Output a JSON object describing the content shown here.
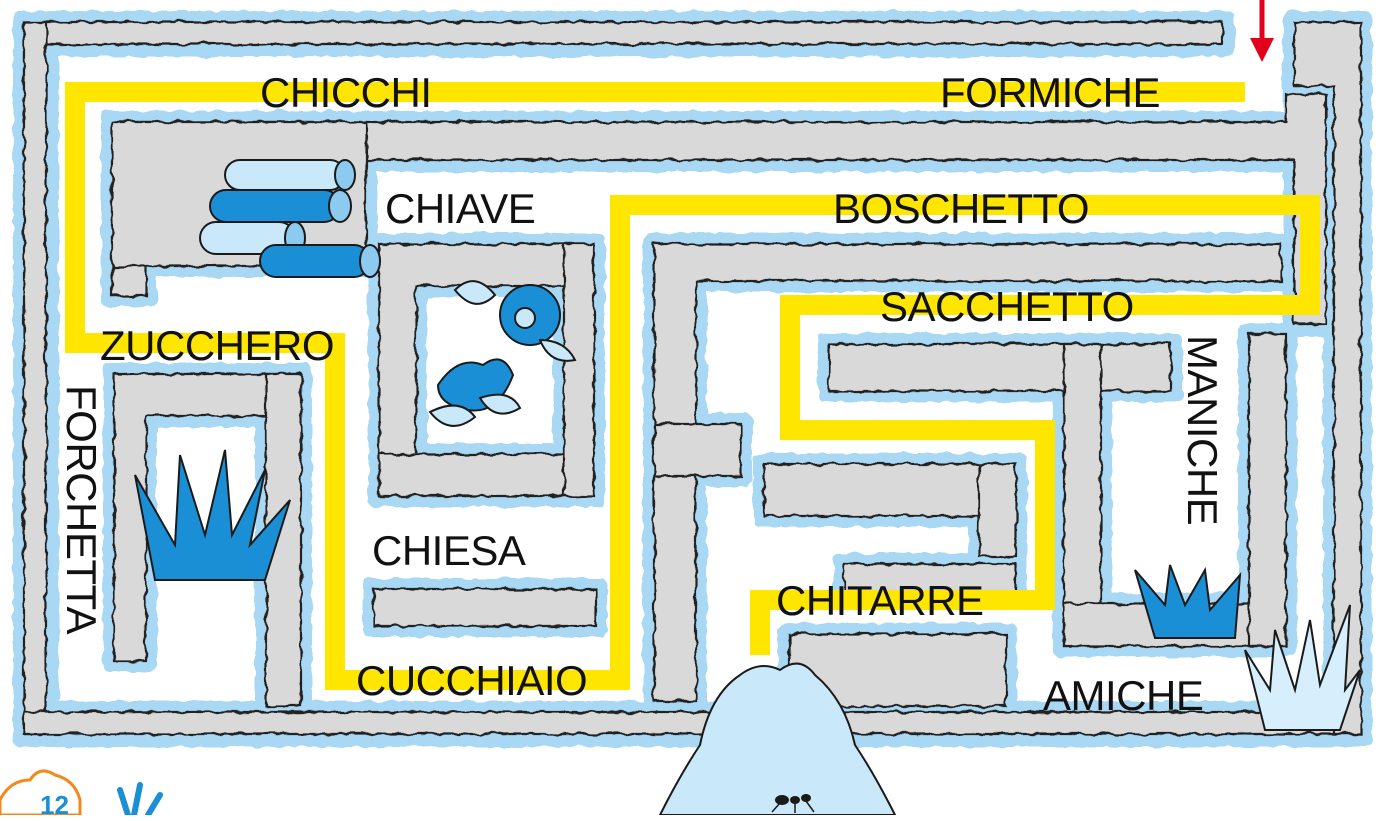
{
  "maze": {
    "words": {
      "chicchi": "CHICCHI",
      "formiche": "FORMICHE",
      "chiave": "CHIAVE",
      "boschetto": "BOSCHETTO",
      "sacchetto": "SACCHETTO",
      "zucchero": "ZUCCHERO",
      "forchetta": "FORCHETTA",
      "maniche": "MANICHE",
      "chiesa": "CHIESA",
      "chitarre": "CHITARRE",
      "cucchiaio": "CUCCHIAIO",
      "amiche": "AMICHE"
    },
    "page_number": "12"
  },
  "colors": {
    "wall_gray": "#d9d9d9",
    "wall_blue": "#a8d8f4",
    "path_yellow": "#ffe600",
    "arrow_red": "#e3001b",
    "icon_blue": "#1a8fd6"
  },
  "icons": [
    "logs-icon",
    "flower-icon",
    "grass-tuft-icon",
    "rock-icon",
    "ant-icon",
    "start-arrow-icon",
    "mascot-icon"
  ]
}
